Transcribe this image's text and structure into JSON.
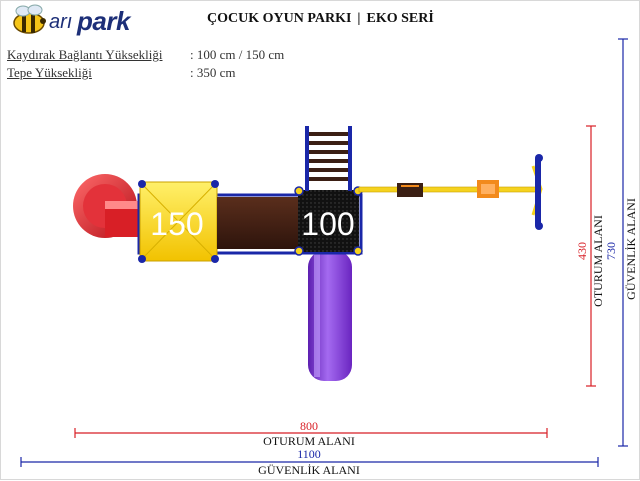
{
  "header": {
    "logo_prefix": "arı",
    "logo_text": "park",
    "title_left": "ÇOCUK OYUN PARKI",
    "title_separator": "|",
    "title_right": "EKO SERİ"
  },
  "specs": [
    {
      "label": "Kaydırak Bağlantı Yüksekliği",
      "value": ": 100 cm / 150 cm"
    },
    {
      "label": "Tepe Yüksekliği",
      "value": ": 350 cm"
    }
  ],
  "platforms": {
    "yellow_label": "150",
    "black_label": "100"
  },
  "dimensions": {
    "seating_width": "800",
    "seating_width_label": "OTURUM ALANI",
    "safety_width": "1100",
    "safety_width_label": "GÜVENLİK ALANI",
    "seating_height": "430",
    "seating_height_label": "OTURUM  ALANI",
    "safety_height": "730",
    "safety_height_label": "GÜVENLİK ALANI"
  },
  "colors": {
    "red": "#d81f26",
    "blue": "#1a27a8",
    "yellow": "#f5d21e",
    "purple": "#8a3fd8",
    "dark_brown": "#3b1f14",
    "accent_orange": "#f28a1c"
  }
}
